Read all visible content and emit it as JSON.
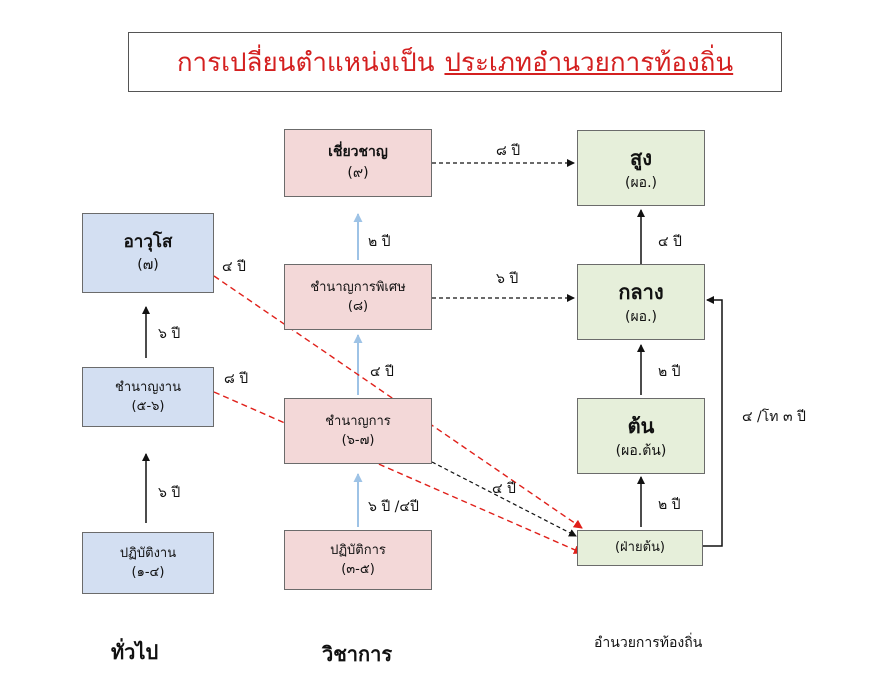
{
  "title": {
    "main": "การเปลี่ยนตำแหน่งเป็น",
    "underlined": "ประเภทอำนวยการท้องถิ่น"
  },
  "general": {
    "box_top": {
      "name": "อาวุโส",
      "level": "(๗)"
    },
    "box_mid": {
      "name": "ชำนาญงาน",
      "level": "(๕-๖)"
    },
    "box_bottom": {
      "name": "ปฏิบัติงาน",
      "level": "(๑-๔)"
    },
    "arrow_upper": "๖ ปี",
    "arrow_lower": "๖ ปี",
    "red_from_top": "๔ ปี",
    "red_from_mid": "๘ ปี",
    "footer": "ทั่วไป"
  },
  "academic": {
    "box_expert": {
      "name": "เชี่ยวชาญ",
      "level": "(๙)"
    },
    "box_special": {
      "name": "ชำนาญการพิเศษ",
      "level": "(๘)"
    },
    "box_skilled": {
      "name": "ชำนาญการ",
      "level": "(๖-๗)"
    },
    "box_practitioner": {
      "name": "ปฏิบัติการ",
      "level": "(๓-๕)"
    },
    "arrow_special_expert": "๒ ปี",
    "arrow_skilled_special": "๔ ปี",
    "arrow_practitioner_skilled": "๖ ปี /๔ปี",
    "to_high": "๘ ปี",
    "to_middle": "๖ ปี",
    "to_division": "๔ ปี",
    "footer": "วิชาการ"
  },
  "executive": {
    "box_high": {
      "name": "สูง",
      "level": "(ผอ.)"
    },
    "box_middle": {
      "name": "กลาง",
      "level": "(ผอ.)"
    },
    "box_initial": {
      "name": "ต้น",
      "level": "(ผอ.ต้น)"
    },
    "box_division": {
      "name": "(ฝ่ายต้น)"
    },
    "arrow_middle_high": "๔ ปี",
    "arrow_initial_middle": "๒ ปี",
    "arrow_division_initial": "๒ ปี",
    "side_path": "๔ /โท ๓ ปี",
    "footer": "อำนวยการท้องถิ่น"
  },
  "colors": {
    "general_box": "#d3dff2",
    "academic_box": "#f3d8d8",
    "executive_box": "#e6efda",
    "title_text": "#d42020",
    "red_dashed": "#e0201a",
    "blue_arrow": "#9ec3e6"
  }
}
